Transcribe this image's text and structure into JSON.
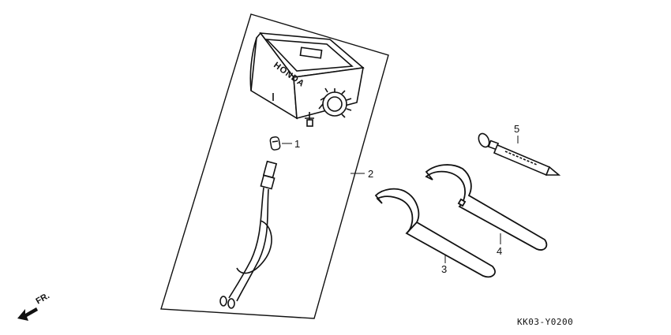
{
  "diagram": {
    "brand_text": "HONDA",
    "callouts": [
      {
        "id": "1",
        "label": "1"
      },
      {
        "id": "2",
        "label": "2"
      },
      {
        "id": "3",
        "label": "3"
      },
      {
        "id": "4",
        "label": "4"
      },
      {
        "id": "5",
        "label": "5"
      }
    ],
    "direction_label": "FR.",
    "drawing_code": "KK03-Y0200",
    "line_color": "#111111"
  }
}
